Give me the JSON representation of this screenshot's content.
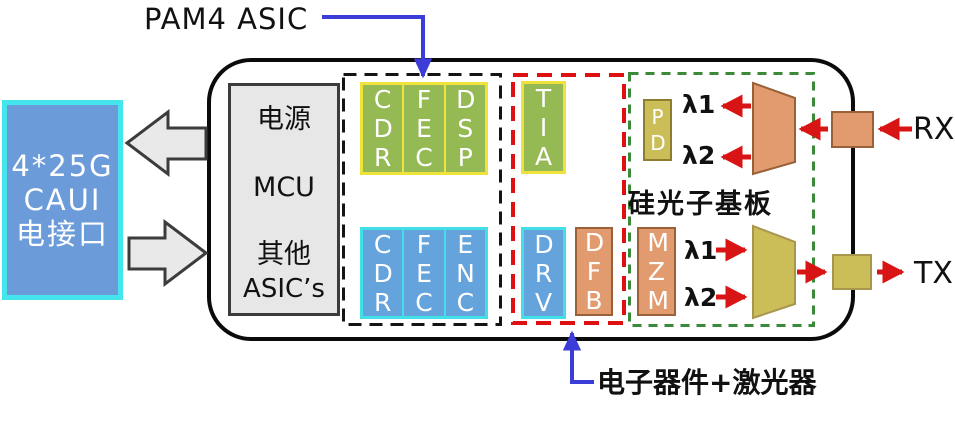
{
  "labels": {
    "pam4_asic_callout": "PAM4 ASIC",
    "analog_callout": "电子器件+激光器",
    "silicon_photonics": "硅光子基板",
    "rx": "RX",
    "tx": "TX",
    "lambda1": "λ1",
    "lambda2": "λ2"
  },
  "electrical_interface_box": {
    "lines": [
      "4*25G",
      "CAUI",
      "电接口"
    ]
  },
  "control_box": {
    "lines": [
      "电源",
      "MCU",
      "其他",
      "ASIC’s"
    ]
  },
  "pam4_asic_box": {
    "rx_chips": [
      "CDR",
      "FEC",
      "DSP"
    ],
    "tx_chips": [
      "CDR",
      "FEC",
      "ENC"
    ]
  },
  "analog_box": {
    "tia": "TIA",
    "drv": "DRV",
    "dfb": "DFB"
  },
  "photonics_box": {
    "pd": "PD",
    "mzm": "MZM"
  },
  "colors": {
    "interface_fill": "#6B9BD8",
    "interface_border": "#45E5EE",
    "green_chip_fill": "#95BA54",
    "yellow_border": "#F0E23C",
    "blue_chip_fill": "#65A3DC",
    "cyan_border": "#42DFE8",
    "orange_chip_fill": "#E29B6F",
    "orange_border": "#9A6038",
    "khaki_fill": "#CBBD58",
    "signal_arrow_red": "#D81414",
    "callout_arrow_blue": "#3C3CD8",
    "dashed_black": "#141414",
    "dashed_red": "#DD1111",
    "dashed_green": "#3A8A3A",
    "gray_arrow_fill": "#E9E9E9"
  }
}
